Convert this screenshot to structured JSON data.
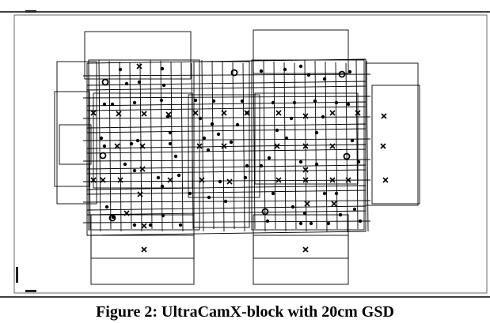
{
  "caption": "Figure 2: UltraCamX-block with 20cm GSD",
  "marker_types": [
    "ground-control-point",
    "check-point",
    "tie-point"
  ]
}
